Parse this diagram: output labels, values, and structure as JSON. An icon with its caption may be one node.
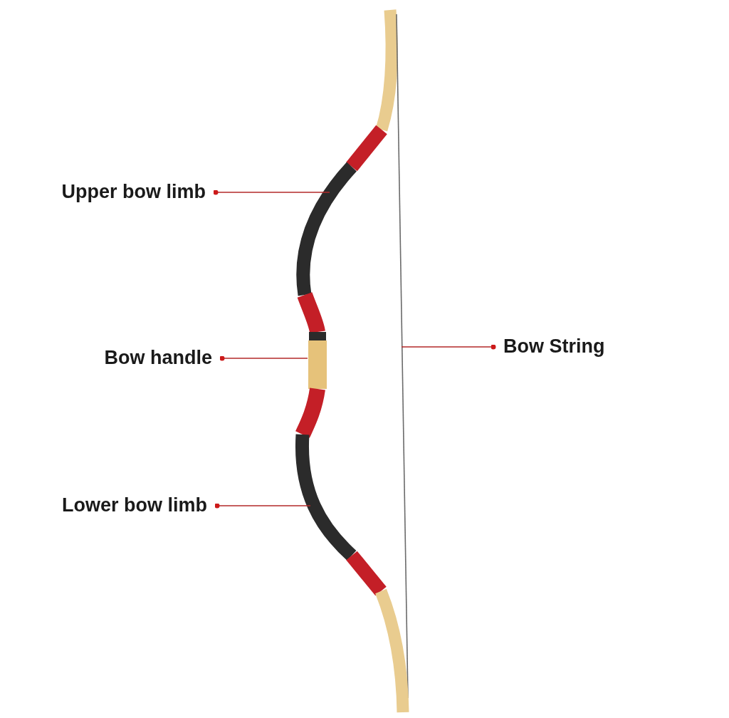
{
  "diagram": {
    "nodes": [
      {
        "text": [
          "Upper bow limb"
        ]
      },
      {
        "text": [],
        "shape": "picture"
      },
      {
        "text": [
          "Bow handle"
        ]
      },
      {
        "text": [],
        "shape": "picture"
      },
      {
        "text": [
          "Bow String"
        ]
      },
      {
        "text": [],
        "shape": "picture"
      },
      {
        "text": [
          "Lower bow limb"
        ]
      },
      {
        "text": [],
        "shape": "picture"
      }
    ],
    "edges": [
      {
        "from": 0,
        "to": 1,
        "arrow": "other"
      },
      {
        "from": 2,
        "to": 3,
        "arrow": "other"
      },
      {
        "from": 4,
        "to": 5,
        "arrow": "other"
      },
      {
        "from": 6,
        "to": 7,
        "arrow": "other"
      }
    ]
  }
}
